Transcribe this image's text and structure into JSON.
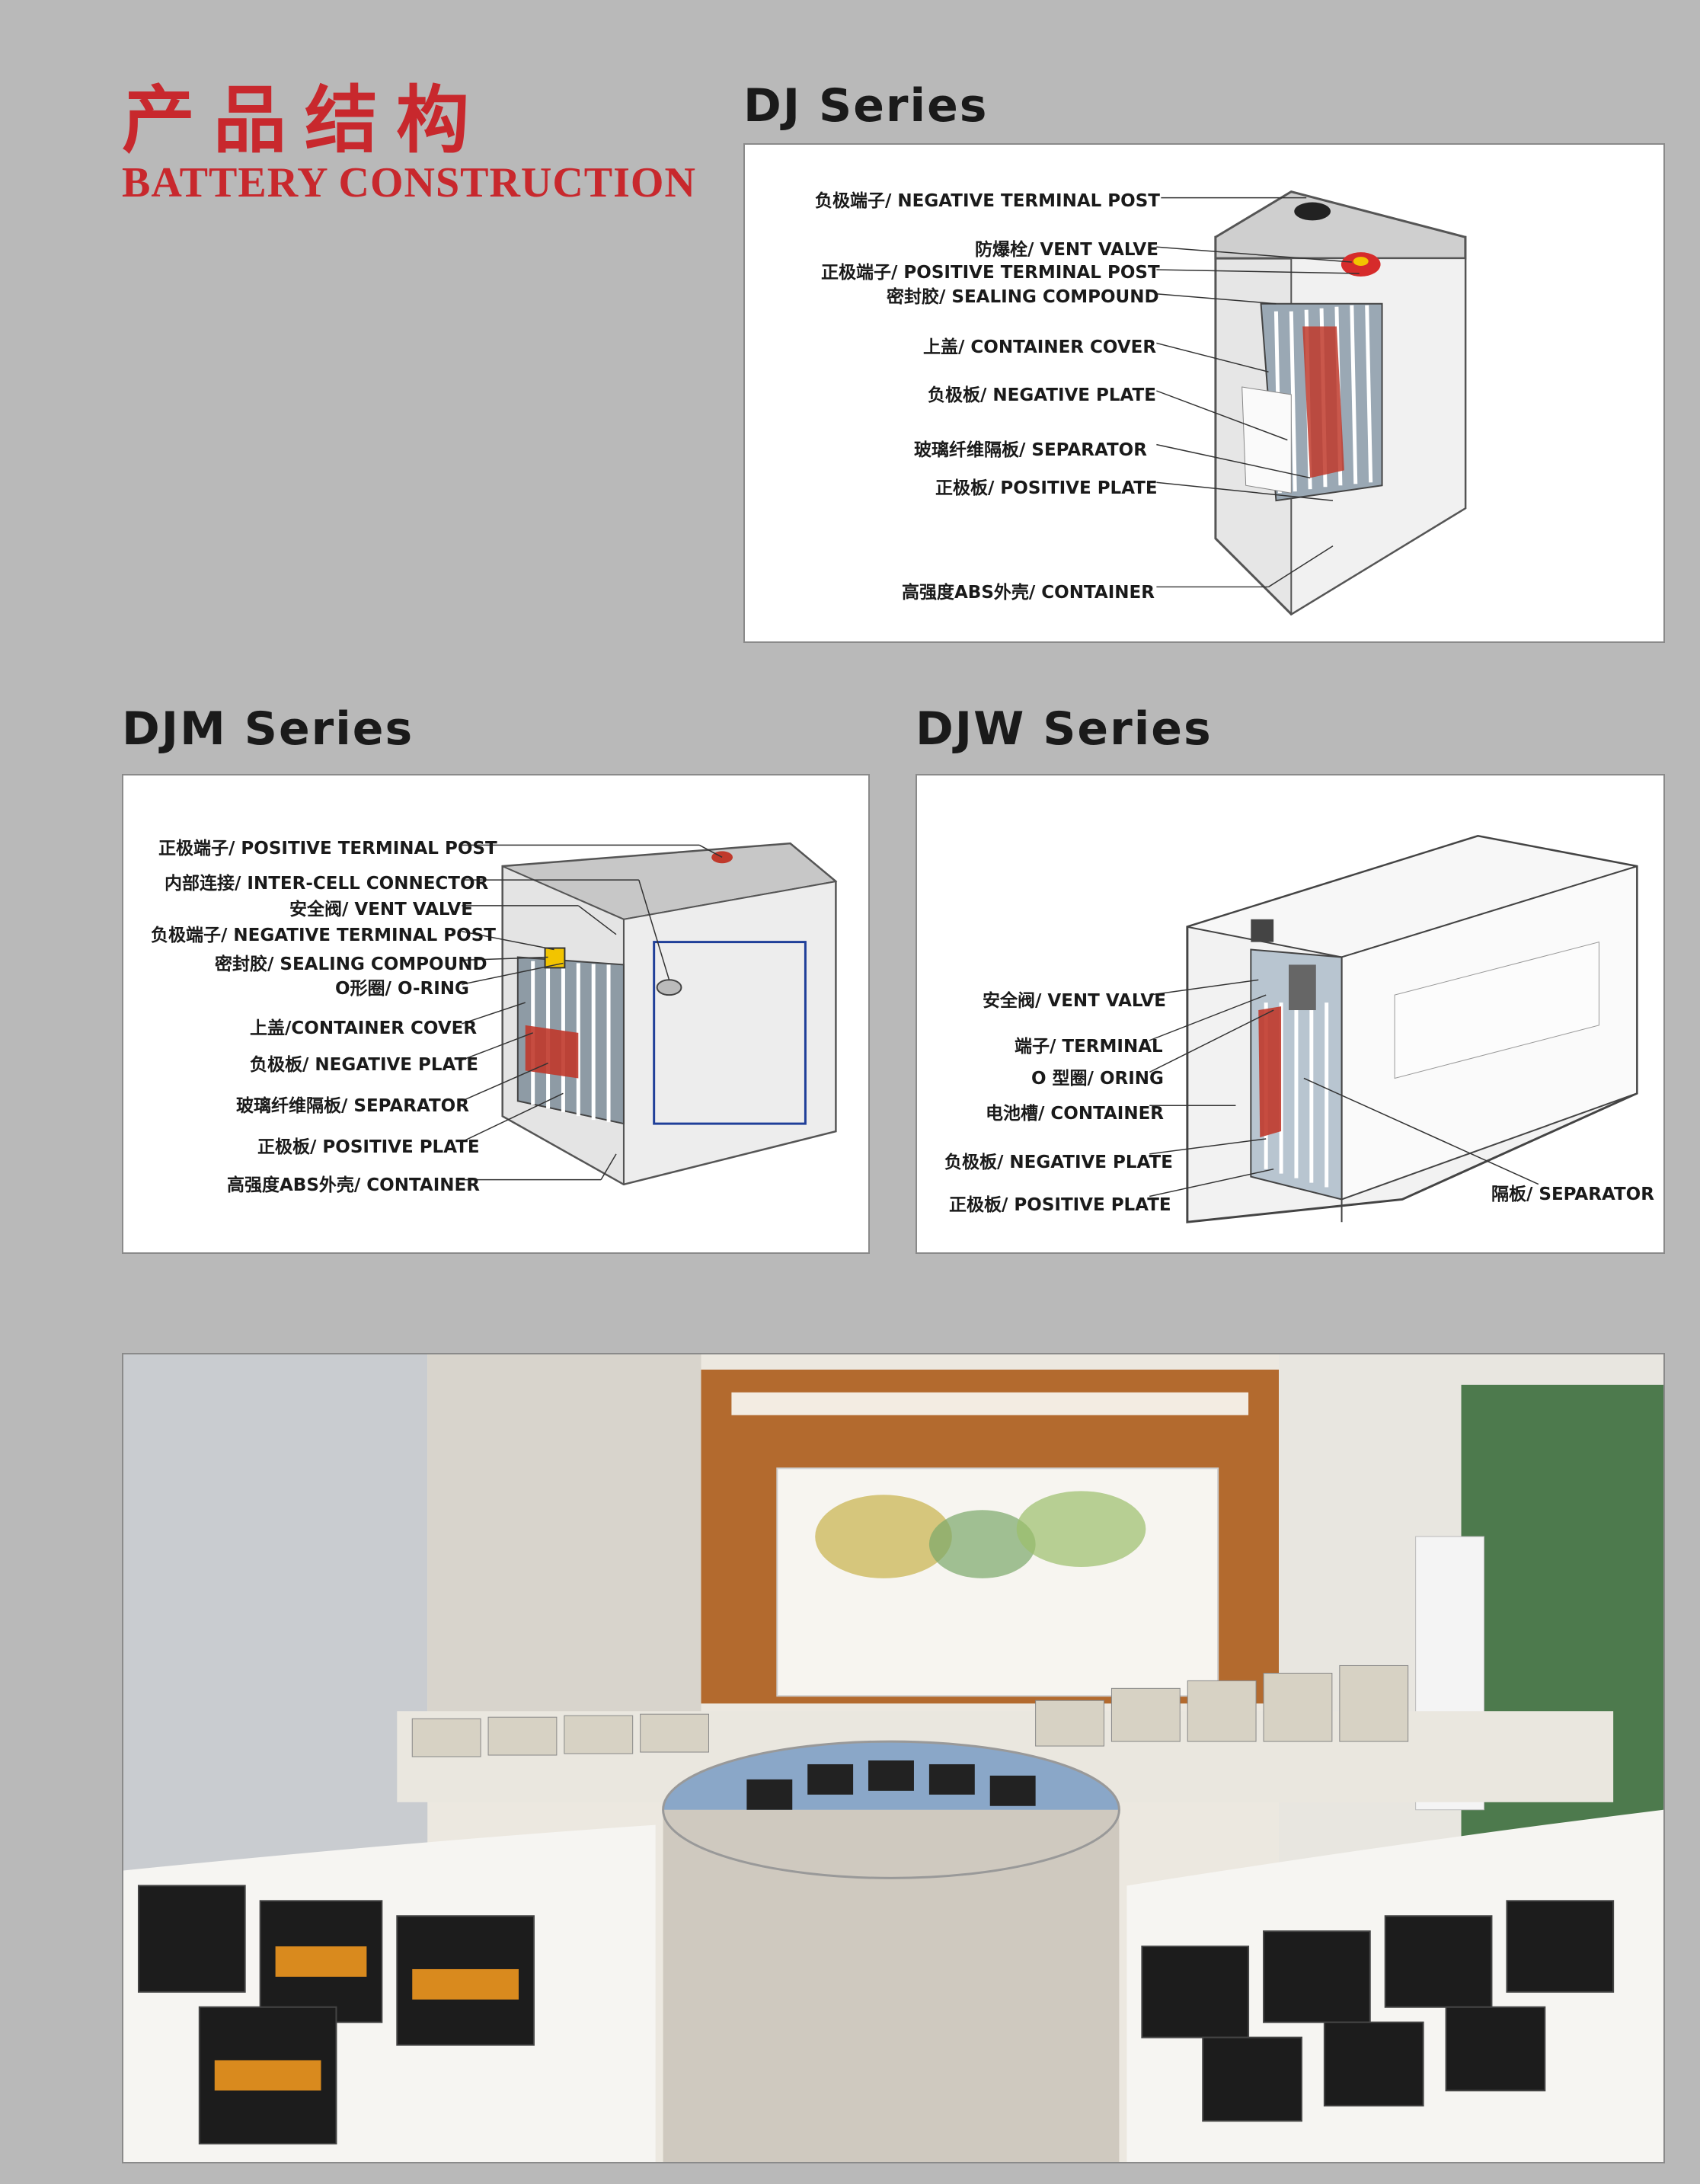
{
  "header": {
    "title_cn": "产品结构",
    "title_en": "BATTERY CONSTRUCTION"
  },
  "dj": {
    "title": "DJ Series",
    "labels": [
      "负极端子/ NEGATIVE TERMINAL POST",
      "防爆栓/ VENT VALVE",
      "正极端子/ POSITIVE TERMINAL POST",
      "密封胶/ SEALING COMPOUND",
      "上盖/ CONTAINER COVER",
      "负极板/ NEGATIVE PLATE",
      "玻璃纤维隔板/ SEPARATOR",
      "正极板/ POSITIVE PLATE",
      "高强度ABS外壳/ CONTAINER"
    ]
  },
  "djm": {
    "title": "DJM Series",
    "labels": [
      "正极端子/ POSITIVE TERMINAL POST",
      "内部连接/ INTER-CELL CONNECTOR",
      "安全阀/ VENT VALVE",
      "负极端子/ NEGATIVE TERMINAL POST",
      "密封胶/ SEALING COMPOUND",
      "O形圈/ O-RING",
      "上盖/CONTAINER COVER",
      "负极板/ NEGATIVE PLATE",
      "玻璃纤维隔板/ SEPARATOR",
      "正极板/ POSITIVE PLATE",
      "高强度ABS外壳/ CONTAINER"
    ]
  },
  "djw": {
    "title": "DJW Series",
    "labels": [
      "安全阀/ VENT VALVE",
      "端子/ TERMINAL",
      "O 型圈/ ORING",
      "电池槽/ CONTAINER",
      "负极板/ NEGATIVE PLATE",
      "正极板/ POSITIVE PLATE",
      "隔板/ SEPARATOR"
    ]
  },
  "colors": {
    "accent_red": "#c8282d",
    "page_bg": "#b9b9b9",
    "panel_bg": "#ffffff"
  }
}
